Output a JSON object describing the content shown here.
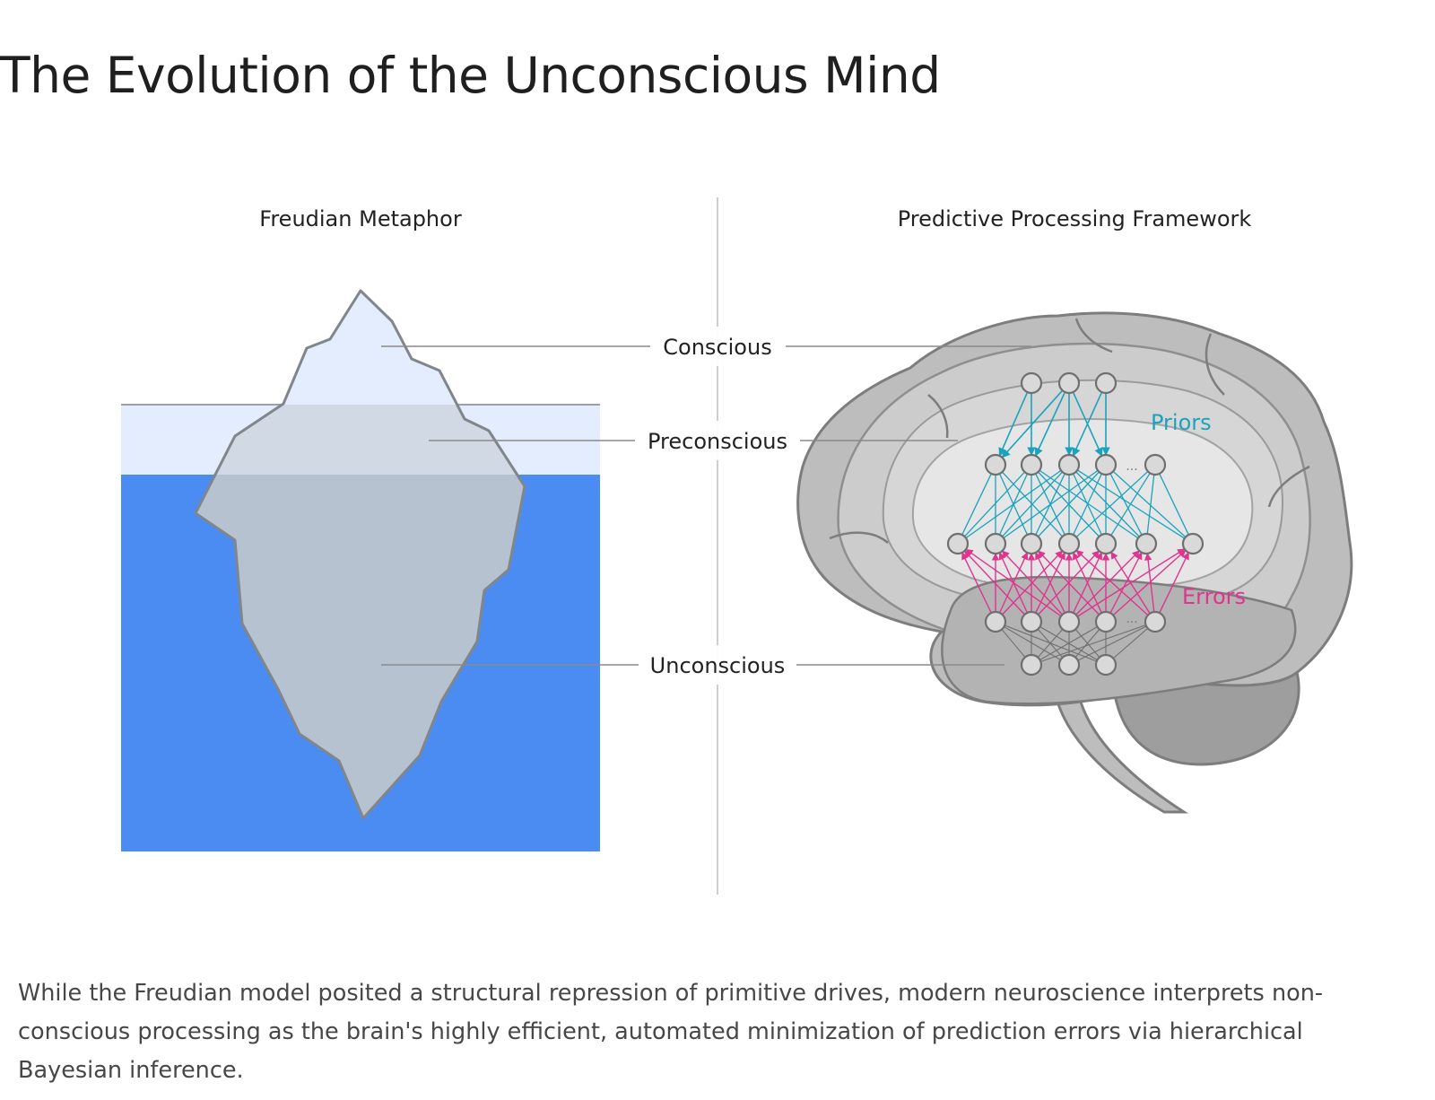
{
  "page_title": "The Evolution of the Unconscious Mind",
  "diagram": {
    "left_panel_title": "Freudian Metaphor",
    "right_panel_title": "Predictive Processing Framework",
    "levels": {
      "conscious": "Conscious",
      "preconscious": "Preconscious",
      "unconscious": "Unconscious"
    },
    "network": {
      "priors_label": "Priors",
      "errors_label": "Errors",
      "ellipsis": "...",
      "colors": {
        "priors": "#1aa3bd",
        "errors": "#e0348f",
        "water": "#4a8cf2",
        "water_surface": "#e3edfd"
      }
    }
  },
  "caption": "While the Freudian model posited a structural repression of primitive drives, modern neuroscience interprets non-conscious processing as the brain's highly efficient, automated minimization of prediction errors via hierarchical Bayesian inference."
}
